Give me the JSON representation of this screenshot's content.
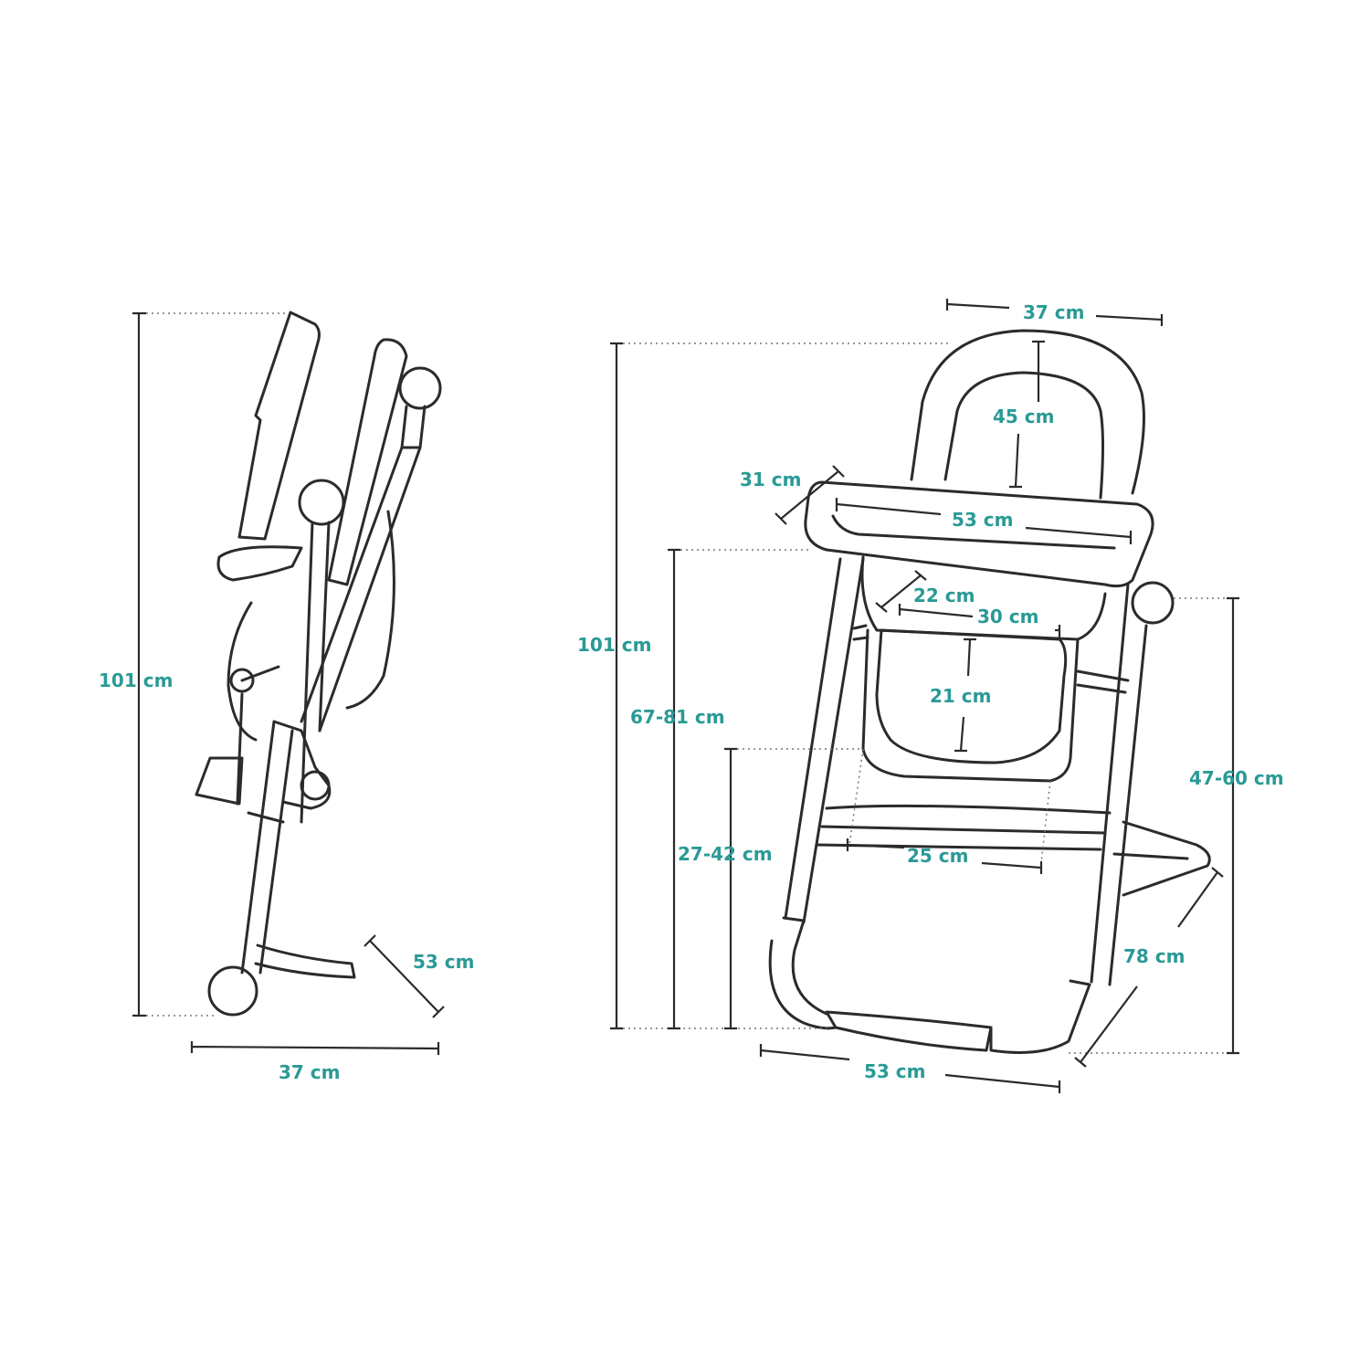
{
  "colors": {
    "label": "#2a9a96",
    "line": "#2b2b2b"
  },
  "folded_view": {
    "height": "101 cm",
    "width": "37 cm",
    "depth": "53 cm"
  },
  "open_view": {
    "overall_height": "101 cm",
    "backrest_width": "37 cm",
    "backrest_height": "45 cm",
    "tray_depth": "31 cm",
    "tray_width": "53 cm",
    "seat_depth": "22 cm",
    "seat_width": "30 cm",
    "seat_back": "21 cm",
    "tray_height": "67-81 cm",
    "footrest_height": "27-42 cm",
    "footrest_width": "25 cm",
    "armrest_height": "47-60 cm",
    "base_depth": "78 cm",
    "base_width": "53 cm"
  }
}
